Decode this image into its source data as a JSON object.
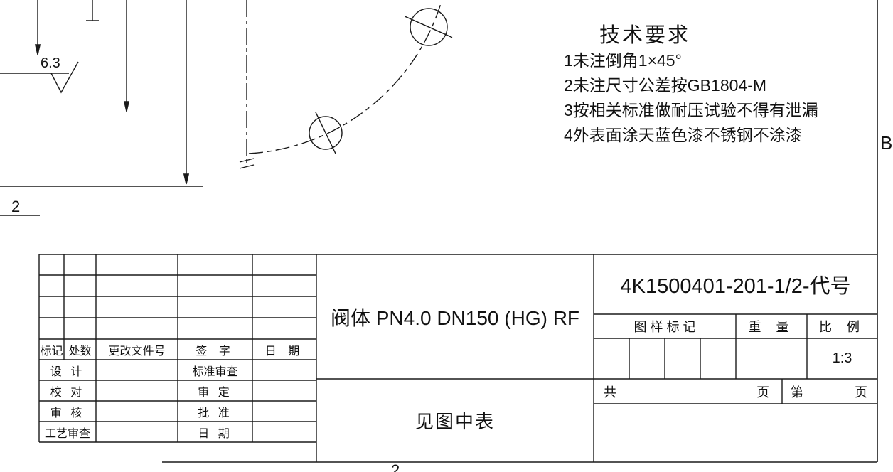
{
  "colors": {
    "line": "#1a1a1a",
    "background": "#ffffff"
  },
  "drawing": {
    "surface_finish": "6.3",
    "left_zone_number": "2",
    "right_zone_letter": "B",
    "bottom_fold_number": "2"
  },
  "tech_requirements": {
    "title": "技术要求",
    "lines": [
      "1未注倒角1×45°",
      "2未注尺寸公差按GB1804-M",
      "3按相关标准做耐压试验不得有泄漏",
      "4外表面涂天蓝色漆不锈钢不涂漆"
    ]
  },
  "title_block": {
    "part_name": "阀体 PN4.0  DN150 (HG) RF",
    "material_note": "见图中表",
    "drawing_number": "4K1500401-201-1/2-代号",
    "scale_value": "1:3",
    "revision_header": {
      "mark": "标记",
      "count": "处数",
      "change_doc": "更改文件号",
      "signature": "签 字",
      "date": "日 期"
    },
    "signature_rows": [
      {
        "left": "设 计",
        "right": "标准审查"
      },
      {
        "left": "校 对",
        "right": "审 定"
      },
      {
        "left": "审 核",
        "right": "批 准"
      },
      {
        "left": "工艺审查",
        "right": "日 期"
      }
    ],
    "stamp_header": {
      "mark": "图 样 标 记",
      "weight": "重 量",
      "scale": "比 例"
    },
    "sheet_row": {
      "total_label": "共",
      "total_unit": "页",
      "current_label": "第",
      "current_unit": "页"
    }
  }
}
